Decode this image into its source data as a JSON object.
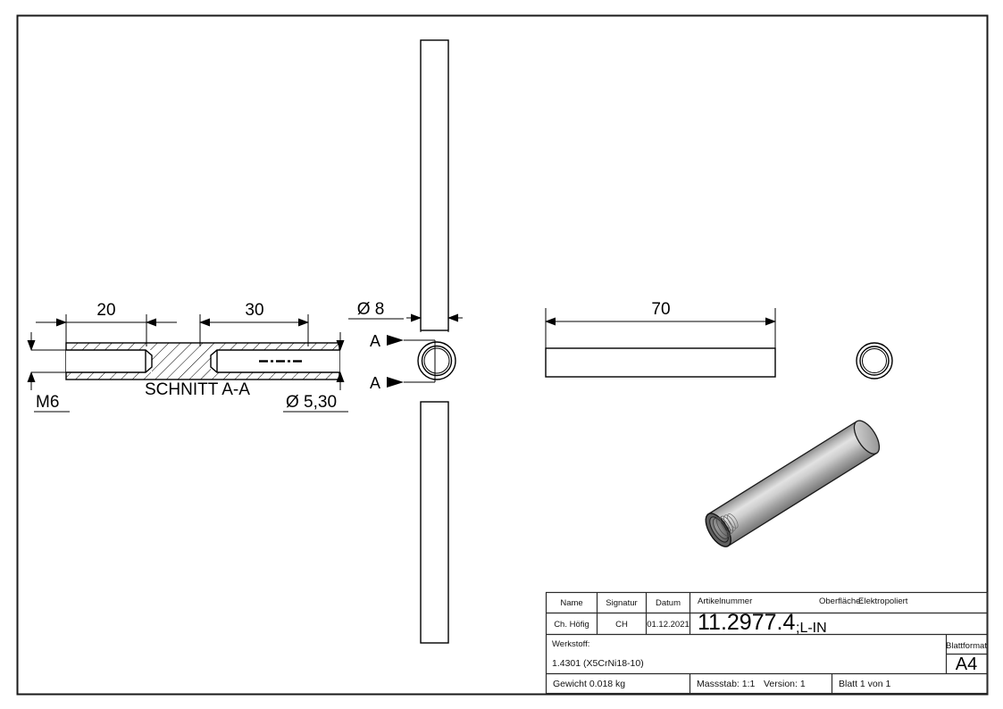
{
  "sheet": {
    "format": "A4",
    "orientation": "landscape"
  },
  "drawing": {
    "section_label": "SCHNITT A-A",
    "section_letter_top": "A",
    "section_letter_bottom": "A",
    "dimensions": {
      "thread_length": "20",
      "bore_length": "30",
      "outer_diameter": "Ø 8",
      "total_length": "70",
      "thread_spec": "M6",
      "bore_diameter": "Ø 5,30"
    }
  },
  "title_block": {
    "headers": {
      "name": "Name",
      "signatur": "Signatur",
      "datum": "Datum"
    },
    "values": {
      "name": "Ch. Höfig",
      "signatur": "CH",
      "datum": "01.12.2021"
    },
    "article": {
      "label": "Artikelnummer",
      "number": "11.2977.4",
      "suffix": ";L-IN"
    },
    "surface": {
      "label": "Oberfläche:",
      "value": "Elektropoliert"
    },
    "material": {
      "label": "Werkstoff:",
      "value": "1.4301 (X5CrNi18-10)"
    },
    "sheet_format": {
      "label": "Blattformat",
      "value": "A4"
    },
    "footer": {
      "weight": "Gewicht 0.018 kg",
      "scale": "Massstab: 1:1",
      "version": "Version: 1",
      "sheet": "Blatt 1 von 1"
    }
  },
  "colors": {
    "line": "#000000",
    "frame": "#1a1a1a",
    "metal_light": "#d8d8d8",
    "metal_mid": "#a8a8a8",
    "metal_dark": "#6e6e6e"
  }
}
